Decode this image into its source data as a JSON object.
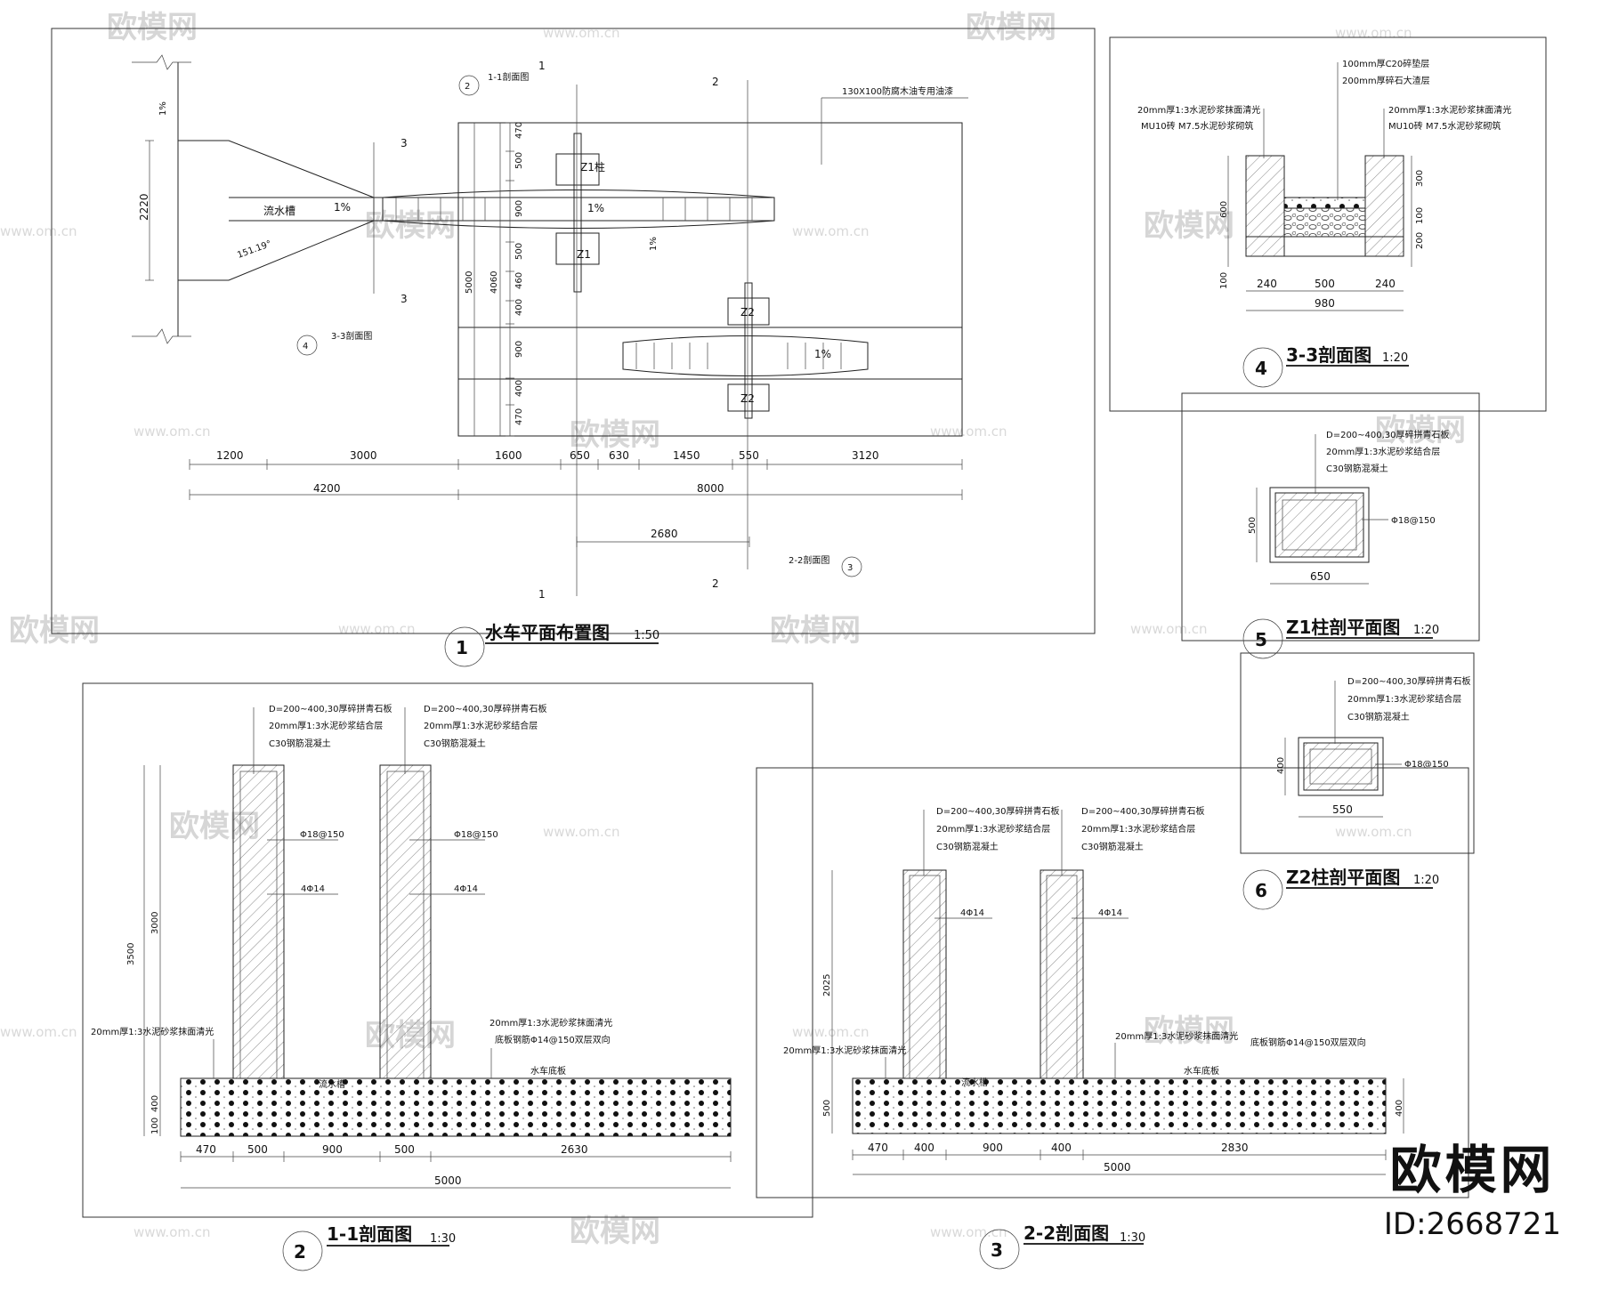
{
  "brand": {
    "name": "欧模网",
    "id": "ID:2668721"
  },
  "watermark": {
    "name": "欧模网",
    "url": "www.om.cn"
  },
  "plan": {
    "title": "水车平面布置图",
    "scale": "1:50",
    "num": "1",
    "labels": {
      "flow_channel": "流水槽",
      "slope1": "1%",
      "slope2": "1%",
      "slope3": "1%",
      "slope4": "1%",
      "slope5": "1%",
      "dim_2220": "2220",
      "angle": "151.19°",
      "sec11": "1-1剖面图",
      "sec22": "2-2剖面图",
      "sec33": "3-3剖面图",
      "mark1": "1",
      "mark2": "2",
      "mark3": "3",
      "marker2": "2",
      "marker3": "3",
      "marker4": "4",
      "note_top": "130X100防腐木油专用油漆",
      "z1col": "Z1柱",
      "z1": "Z1",
      "z2a": "Z2",
      "z2b": "Z2"
    },
    "vdims": [
      "470",
      "500",
      "900",
      "500",
      "460",
      "400",
      "900",
      "400",
      "470"
    ],
    "vdim_total": "5000",
    "vdim_sub": "4060",
    "hdims_row1": [
      "1200",
      "3000",
      "1600",
      "650",
      "630",
      "1450",
      "550",
      "3120"
    ],
    "hdims_row2": [
      "4200",
      "8000"
    ],
    "hdim_row3": "2680"
  },
  "sec33": {
    "title": "3-3剖面图",
    "scale": "1:20",
    "num": "4",
    "notes_mid": [
      "100mm厚C20碎垫层",
      "200mm厚碎石大渣层"
    ],
    "notes_left": [
      "20mm厚1:3水泥砂浆抹面清光",
      "MU10砖 M7.5水泥砂浆砌筑"
    ],
    "notes_right": [
      "20mm厚1:3水泥砂浆抹面清光",
      "MU10砖 M7.5水泥砂浆砌筑"
    ],
    "vdims": [
      "300",
      "100",
      "200",
      "600",
      "100"
    ],
    "hdims": [
      "240",
      "500",
      "240"
    ],
    "htotal": "980"
  },
  "z1": {
    "title": "Z1柱剖平面图",
    "scale": "1:20",
    "num": "5",
    "notes": [
      "D=200~400,30厚碎拼青石板",
      "20mm厚1:3水泥砂浆结合层",
      "C30钢筋混凝土"
    ],
    "rebar": "Φ18@150",
    "h": "500",
    "w": "650"
  },
  "z2": {
    "title": "Z2柱剖平面图",
    "scale": "1:20",
    "num": "6",
    "notes": [
      "D=200~400,30厚碎拼青石板",
      "20mm厚1:3水泥砂浆结合层",
      "C30钢筋混凝土"
    ],
    "rebar": "Φ18@150",
    "h": "400",
    "w": "550"
  },
  "sec11": {
    "title": "1-1剖面图",
    "scale": "1:30",
    "num": "2",
    "notes_a": [
      "D=200~400,30厚碎拼青石板",
      "20mm厚1:3水泥砂浆结合层",
      "C30钢筋混凝土"
    ],
    "notes_b": [
      "D=200~400,30厚碎拼青石板",
      "20mm厚1:3水泥砂浆结合层",
      "C30钢筋混凝土"
    ],
    "rebar_a": "Φ18@150",
    "rebar_b": "Φ18@150",
    "bar_a": "4Φ14",
    "bar_b": "4Φ14",
    "note_left": "20mm厚1:3水泥砂浆抹面清光",
    "note_right1": "20mm厚1:3水泥砂浆抹面清光",
    "note_right2": "底板钢筋Φ14@150双层双向",
    "channel": "流水槽",
    "floor": "水车底板",
    "vdims": [
      "3500",
      "3000",
      "400",
      "100"
    ],
    "hdims": [
      "470",
      "500",
      "900",
      "500",
      "2630"
    ],
    "htotal": "5000"
  },
  "sec22": {
    "title": "2-2剖面图",
    "scale": "1:30",
    "num": "3",
    "notes_a": [
      "D=200~400,30厚碎拼青石板",
      "20mm厚1:3水泥砂浆结合层",
      "C30钢筋混凝土"
    ],
    "notes_b": [
      "D=200~400,30厚碎拼青石板",
      "20mm厚1:3水泥砂浆结合层",
      "C30钢筋混凝土"
    ],
    "bar_a": "4Φ14",
    "bar_b": "4Φ14",
    "note_left": "20mm厚1:3水泥砂浆抹面清光",
    "note_right1": "20mm厚1:3水泥砂浆抹面清光",
    "note_right2": "底板钢筋Φ14@150双层双向",
    "channel": "流水槽",
    "floor": "水车底板",
    "vdims": [
      "2025",
      "500",
      "400"
    ],
    "hdims": [
      "470",
      "400",
      "900",
      "400",
      "2830"
    ],
    "htotal": "5000"
  }
}
